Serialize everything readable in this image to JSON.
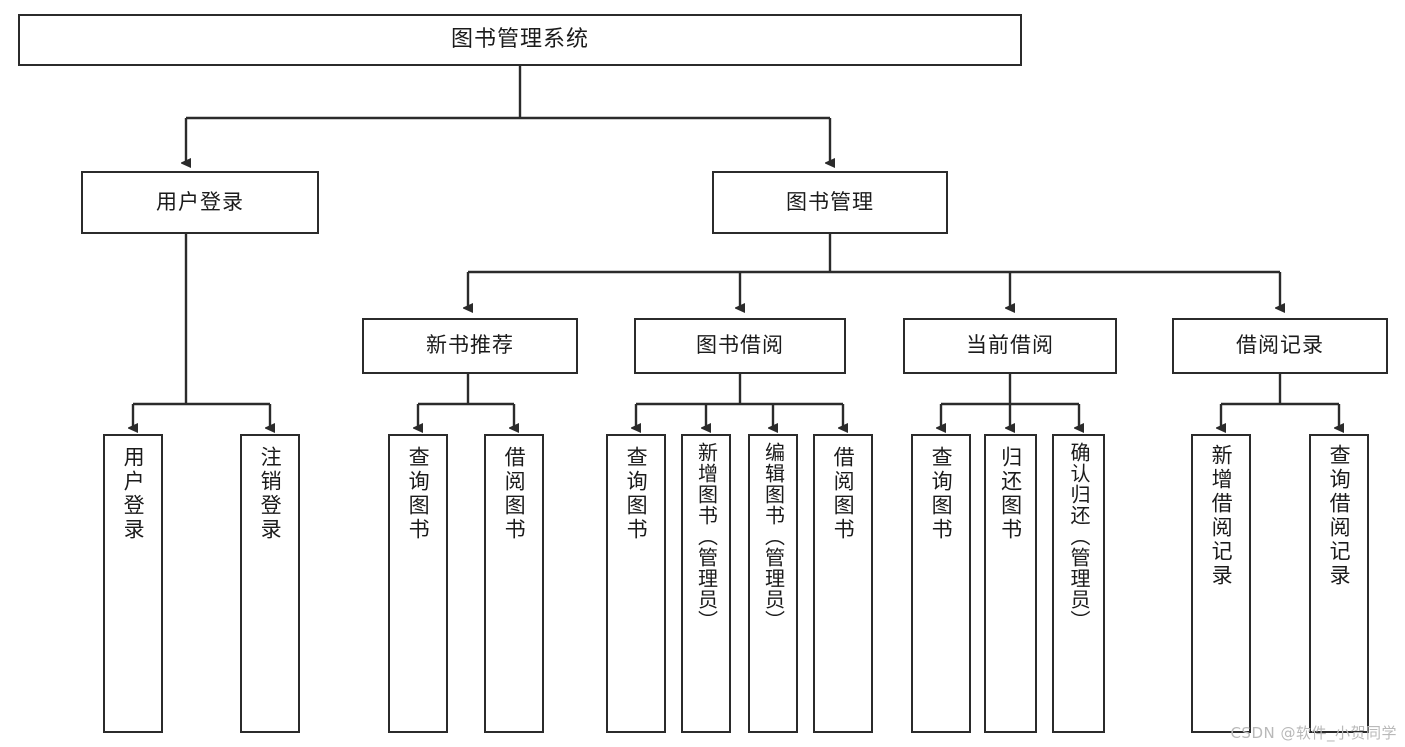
{
  "diagram": {
    "title": "图书管理系统",
    "type": "tree",
    "background": "#ffffff",
    "line_color": "#2b2b2b",
    "box_border": "#2b2b2b",
    "box_fill": "#ffffff",
    "text_color": "#1b1b1b"
  },
  "root": {
    "label": "图书管理系统"
  },
  "level2": [
    {
      "label": "用户登录"
    },
    {
      "label": "图书管理"
    }
  ],
  "level3": [
    {
      "label": "新书推荐"
    },
    {
      "label": "图书借阅"
    },
    {
      "label": "当前借阅"
    },
    {
      "label": "借阅记录"
    }
  ],
  "leaves": {
    "user_login": [
      {
        "label": "用户登录"
      },
      {
        "label": "注销登录"
      }
    ],
    "new_book_recommend": [
      {
        "label": "查询图书"
      },
      {
        "label": "借阅图书"
      }
    ],
    "book_borrow": [
      {
        "label": "查询图书"
      },
      {
        "label": "新增图书（管理员）"
      },
      {
        "label": "编辑图书（管理员）"
      },
      {
        "label": "借阅图书"
      }
    ],
    "current_borrow": [
      {
        "label": "查询图书"
      },
      {
        "label": "归还图书"
      },
      {
        "label": "确认归还（管理员）"
      }
    ],
    "borrow_record": [
      {
        "label": "新增借阅记录"
      },
      {
        "label": "查询借阅记录"
      }
    ]
  },
  "watermark": {
    "text": "CSDN @软件_小贺同学"
  }
}
